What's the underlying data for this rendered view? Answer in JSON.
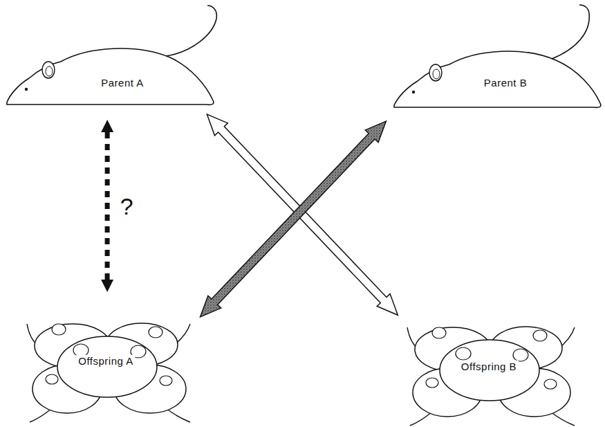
{
  "diagram": {
    "nodes": [
      {
        "text": [
          "Parent A"
        ]
      },
      {
        "text": [
          "Parent B"
        ]
      },
      {
        "text": [
          "Offspring A"
        ]
      },
      {
        "text": [
          "Offspring B"
        ]
      }
    ],
    "edges": [
      {
        "from": 0,
        "to": 2,
        "arrow": "both",
        "label": "?"
      },
      {
        "from": 0,
        "to": 3,
        "arrow": "both"
      },
      {
        "from": 1,
        "to": 2,
        "arrow": "both"
      }
    ]
  }
}
